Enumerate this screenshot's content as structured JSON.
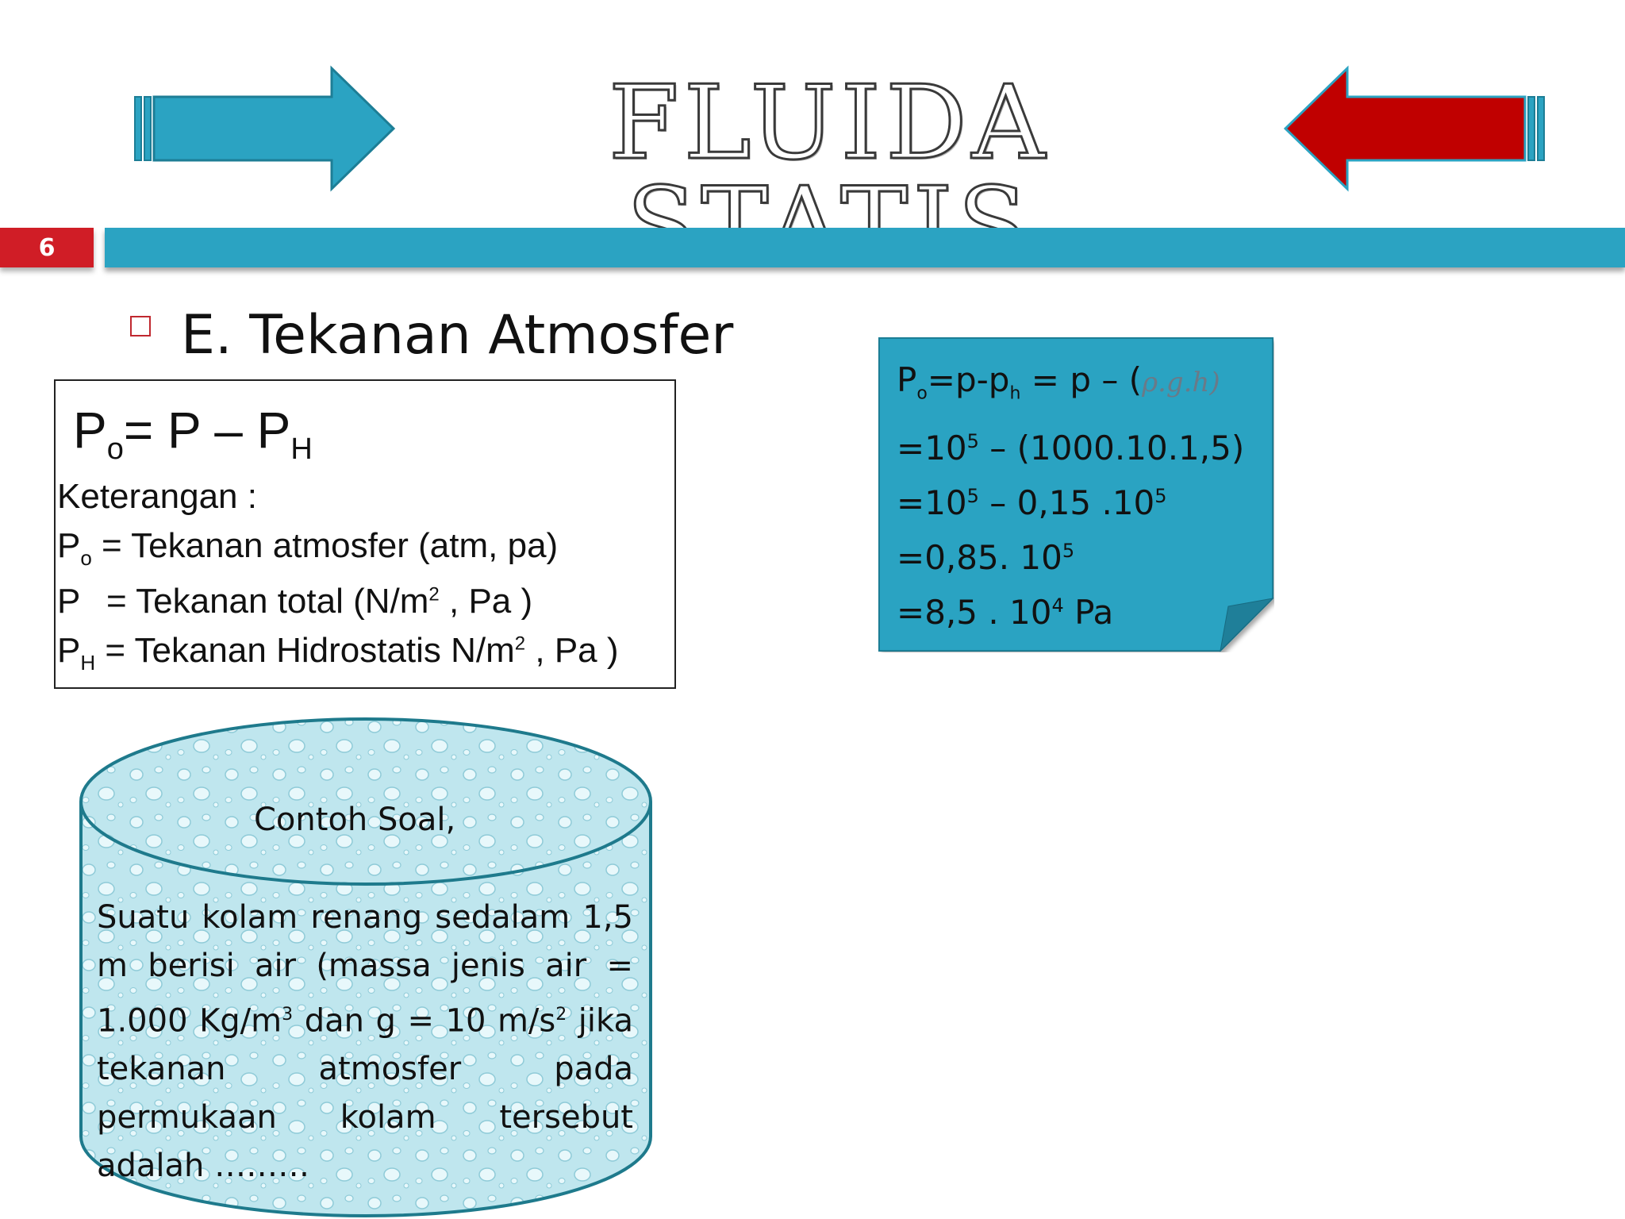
{
  "title": "FLUIDA STATIS",
  "slide_number": "6",
  "heading": "E. Tekanan Atmosfer",
  "formula": {
    "main": {
      "p1": "P",
      "sub1": "o",
      "eq": "= P – P",
      "sub2": "H"
    },
    "keterangan": "Keterangan :",
    "lines": [
      {
        "sym": "P",
        "sub": "o",
        "text": " = Tekanan atmosfer (atm, pa)"
      },
      {
        "sym": "P",
        "sub": "",
        "text": "= Tekanan total (N/m",
        "sup": "2",
        "tail": " , Pa )"
      },
      {
        "sym": "P",
        "sub": "H",
        "text": " = Tekanan Hidrostatis N/m",
        "sup": "2",
        "tail": " , Pa )"
      }
    ]
  },
  "solution": {
    "line1": {
      "a": "P",
      "a_sub": "o",
      "b": "=p-p",
      "b_sub": "h",
      "c": " = p – (",
      "math": "ρ.g.h)"
    },
    "line2": {
      "a": "=10",
      "sup": "5",
      "b": " – (1000.10.1,5)"
    },
    "line3": {
      "a": "=10",
      "sup": "5",
      "b": " – 0,15 .10",
      "sup2": "5"
    },
    "line4": {
      "a": "=0,85. 10",
      "sup": "5"
    },
    "line5": {
      "a": "=8,5 . 10",
      "sup": "4",
      "b": " Pa"
    }
  },
  "example": {
    "title": "Contoh Soal,",
    "text_a": "Suatu kolam renang sedalam 1,5 m berisi air (massa jenis air = 1.000 Kg/m",
    "sup_a": "3",
    "text_b": " dan g = 10 m/s",
    "sup_b": "2",
    "text_c": " jika tekanan atmosfer pada permukaan kolam tersebut adalah ………"
  },
  "colors": {
    "accent_blue": "#2ba3c2",
    "accent_red": "#c00000",
    "slide_number_red": "#d01d26",
    "water_light": "#bfe6ee"
  },
  "icons": [
    "arrow-right-icon",
    "arrow-left-icon",
    "bullet-square-icon"
  ]
}
